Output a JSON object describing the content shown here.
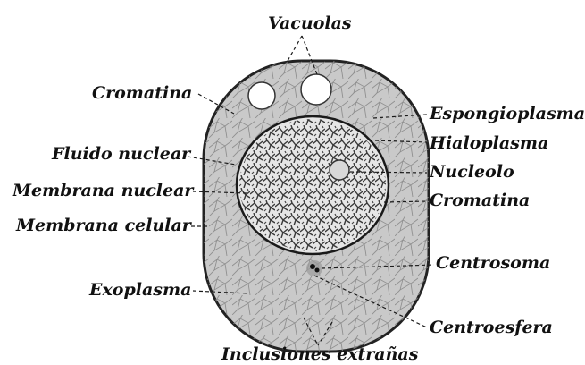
{
  "labels": {
    "vacuolas": "Vacuolas",
    "cromatina_left": "Cromatina",
    "espongioplasma": "Espongioplasma",
    "hialoplasma": "Hialoplasma",
    "fluido_nuclear": "Fluido nuclear",
    "nucleolo": "Nucleolo",
    "membrana_nuclear": "Membrana nuclear",
    "cromatina_right": "Cromatina",
    "membrana_celular": "Membrana celular",
    "centrosoma": "Centrosoma",
    "exoplasma": "Exoplasma",
    "centroesfera": "Centroesfera",
    "inclusiones": "Inclusiones extrañas"
  },
  "colors": {
    "cytoplasm": "#c9c9c9",
    "nucleus": "#e6e6e6",
    "ink": "#111111"
  }
}
